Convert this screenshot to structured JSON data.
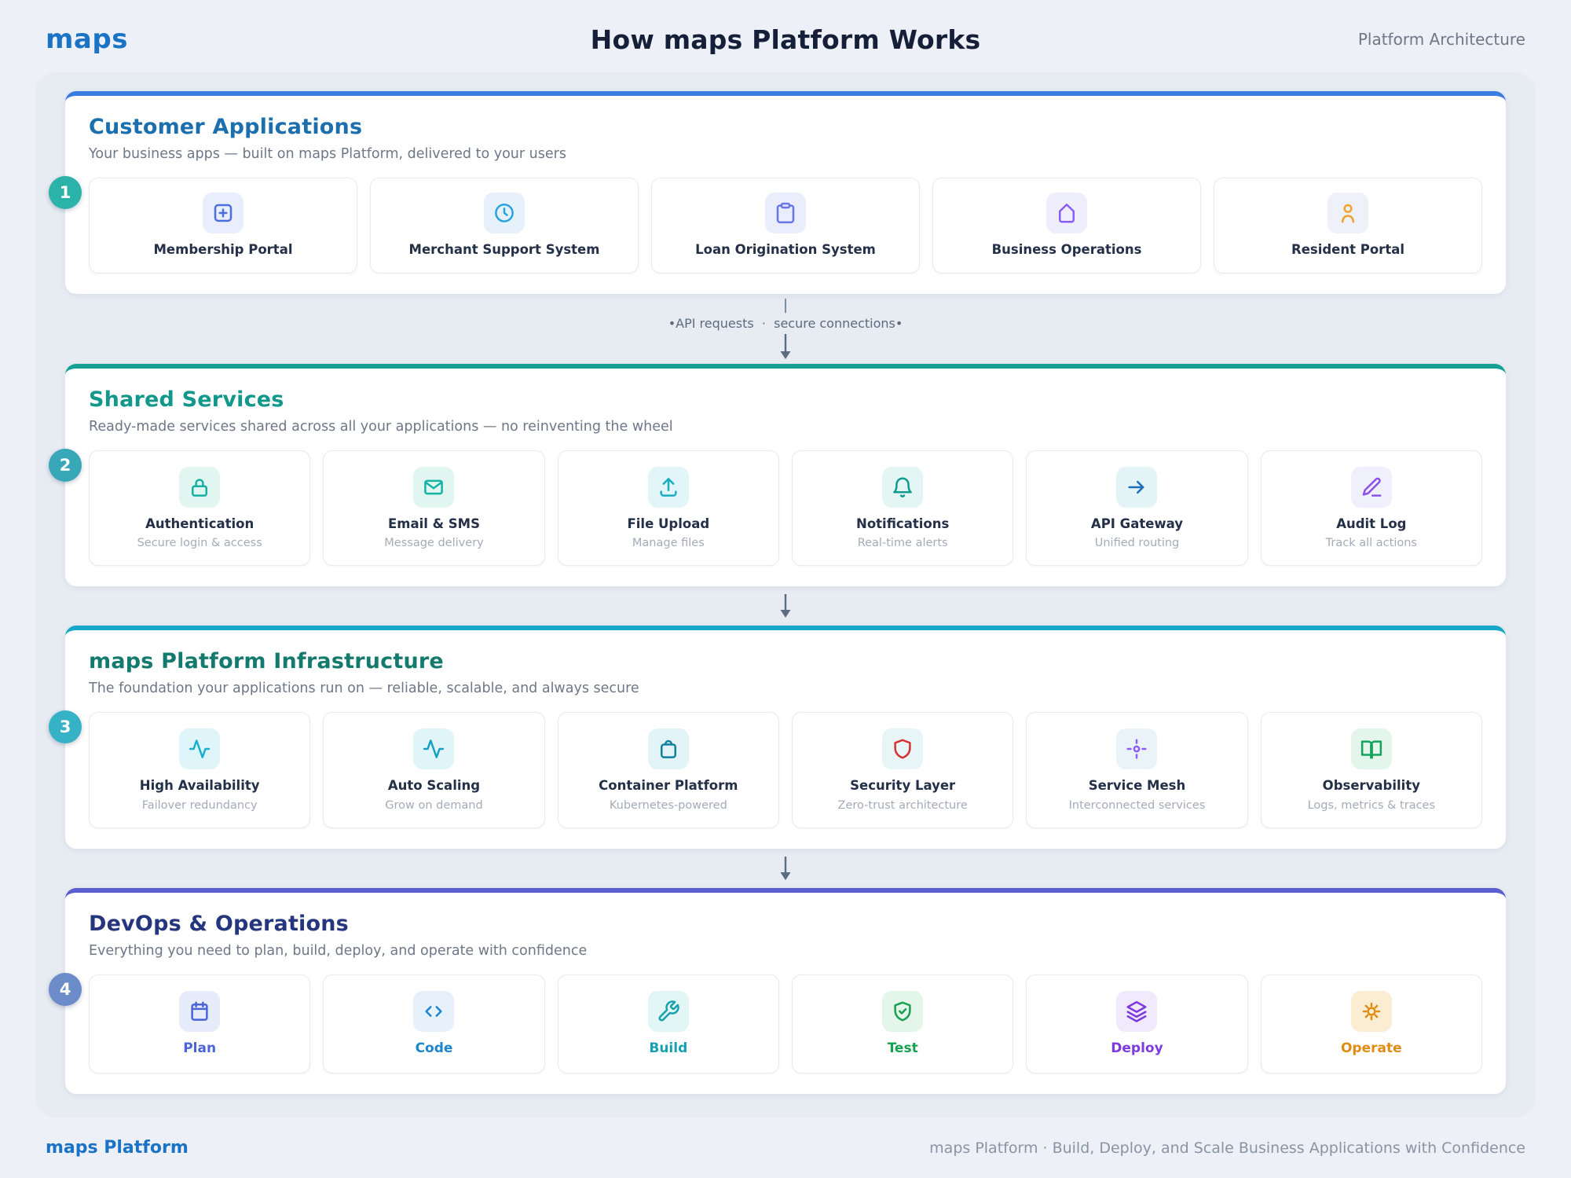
{
  "header": {
    "logo": "maps",
    "title": "How maps Platform Works",
    "tagline": "Platform Architecture"
  },
  "sections": [
    {
      "badge": "1",
      "badge_color": "#2cb3a9",
      "accent": "#3b7ce0",
      "title_color": "#1b6fae",
      "title": "Customer Applications",
      "subtitle": "Your business apps — built on maps Platform, delivered to your users",
      "colored_labels": false,
      "cards": [
        {
          "title": "Membership Portal",
          "icon": "square-plus-icon",
          "color": "#4a6ee0",
          "icon_bg": "#e8eefc"
        },
        {
          "title": "Merchant Support System",
          "icon": "clock-icon",
          "color": "#29a3e0",
          "icon_bg": "#e6f1fc"
        },
        {
          "title": "Loan Origination System",
          "icon": "clipboard-icon",
          "color": "#6a76e8",
          "icon_bg": "#eaedfc"
        },
        {
          "title": "Business Operations",
          "icon": "home-icon",
          "color": "#8b5cf6",
          "icon_bg": "#efeefc"
        },
        {
          "title": "Resident Portal",
          "icon": "user-icon",
          "color": "#f0a32a",
          "icon_bg": "#eef1fa"
        }
      ]
    },
    {
      "badge": "2",
      "badge_color": "#38a8b8",
      "accent": "#16a096",
      "title_color": "#12988b",
      "title": "Shared Services",
      "subtitle": "Ready-made services shared across all your applications — no reinventing the wheel",
      "colored_labels": false,
      "cards": [
        {
          "title": "Authentication",
          "subtitle": "Secure login & access",
          "icon": "lock-icon",
          "color": "#17b0a0",
          "icon_bg": "#e2f6f1"
        },
        {
          "title": "Email & SMS",
          "subtitle": "Message delivery",
          "icon": "mail-icon",
          "color": "#13b3a2",
          "icon_bg": "#e2f6f1"
        },
        {
          "title": "File Upload",
          "subtitle": "Manage files",
          "icon": "upload-icon",
          "color": "#16aec0",
          "icon_bg": "#e2f5f8"
        },
        {
          "title": "Notifications",
          "subtitle": "Real-time alerts",
          "icon": "bell-icon",
          "color": "#0f9b8e",
          "icon_bg": "#e4f6f3"
        },
        {
          "title": "API Gateway",
          "subtitle": "Unified routing",
          "icon": "arrow-right-icon",
          "color": "#1b6fb8",
          "icon_bg": "#e4f3f6"
        },
        {
          "title": "Audit Log",
          "subtitle": "Track all actions",
          "icon": "pen-line-icon",
          "color": "#8b50e8",
          "icon_bg": "#eff0fb"
        }
      ]
    },
    {
      "badge": "3",
      "badge_color": "#36b2c6",
      "accent": "#17a8c8",
      "title_color": "#157a6e",
      "title": "maps Platform Infrastructure",
      "subtitle": "The foundation your applications run on — reliable, scalable, and always secure",
      "colored_labels": false,
      "cards": [
        {
          "title": "High Availability",
          "subtitle": "Failover redundancy",
          "icon": "activity-icon",
          "color": "#16b0cc",
          "icon_bg": "#e0f5fa"
        },
        {
          "title": "Auto Scaling",
          "subtitle": "Grow on demand",
          "icon": "activity-icon",
          "color": "#16a0c0",
          "icon_bg": "#e0f5fa"
        },
        {
          "title": "Container Platform",
          "subtitle": "Kubernetes-powered",
          "icon": "container-icon",
          "color": "#11809e",
          "icon_bg": "#e2f4f8"
        },
        {
          "title": "Security Layer",
          "subtitle": "Zero-trust architecture",
          "icon": "shield-icon",
          "color": "#d83030",
          "icon_bg": "#e8f5f6"
        },
        {
          "title": "Service Mesh",
          "subtitle": "Interconnected services",
          "icon": "service-mesh-icon",
          "color": "#8b5cf6",
          "icon_bg": "#eaf4f8"
        },
        {
          "title": "Observability",
          "subtitle": "Logs, metrics & traces",
          "icon": "book-open-icon",
          "color": "#12a35c",
          "icon_bg": "#e4f6ec"
        }
      ]
    },
    {
      "badge": "4",
      "badge_color": "#6b8cc9",
      "accent": "#5a5ed0",
      "title_color": "#26367e",
      "title": "DevOps & Operations",
      "subtitle": "Everything you need to plan, build, deploy, and operate with confidence",
      "colored_labels": true,
      "cards": [
        {
          "title": "Plan",
          "icon": "calendar-icon",
          "color": "#4a63d8",
          "icon_bg": "#e7ecfb"
        },
        {
          "title": "Code",
          "icon": "code-icon",
          "color": "#1c85cc",
          "icon_bg": "#e7f1fb"
        },
        {
          "title": "Build",
          "icon": "wrench-icon",
          "color": "#16a0b0",
          "icon_bg": "#e2f6f6"
        },
        {
          "title": "Test",
          "icon": "shield-check-icon",
          "color": "#16a050",
          "icon_bg": "#e4f6ea"
        },
        {
          "title": "Deploy",
          "icon": "layers-icon",
          "color": "#7c3ae0",
          "icon_bg": "#f0eafc"
        },
        {
          "title": "Operate",
          "icon": "gear-icon",
          "color": "#e08c12",
          "icon_bg": "#fbedd2"
        }
      ]
    }
  ],
  "connectors": [
    {
      "label": "•API requests  ·  secure connections•"
    }
  ],
  "footer": {
    "brand": "maps Platform",
    "tagline": "maps Platform · Build, Deploy, and Scale Business Applications with Confidence"
  }
}
